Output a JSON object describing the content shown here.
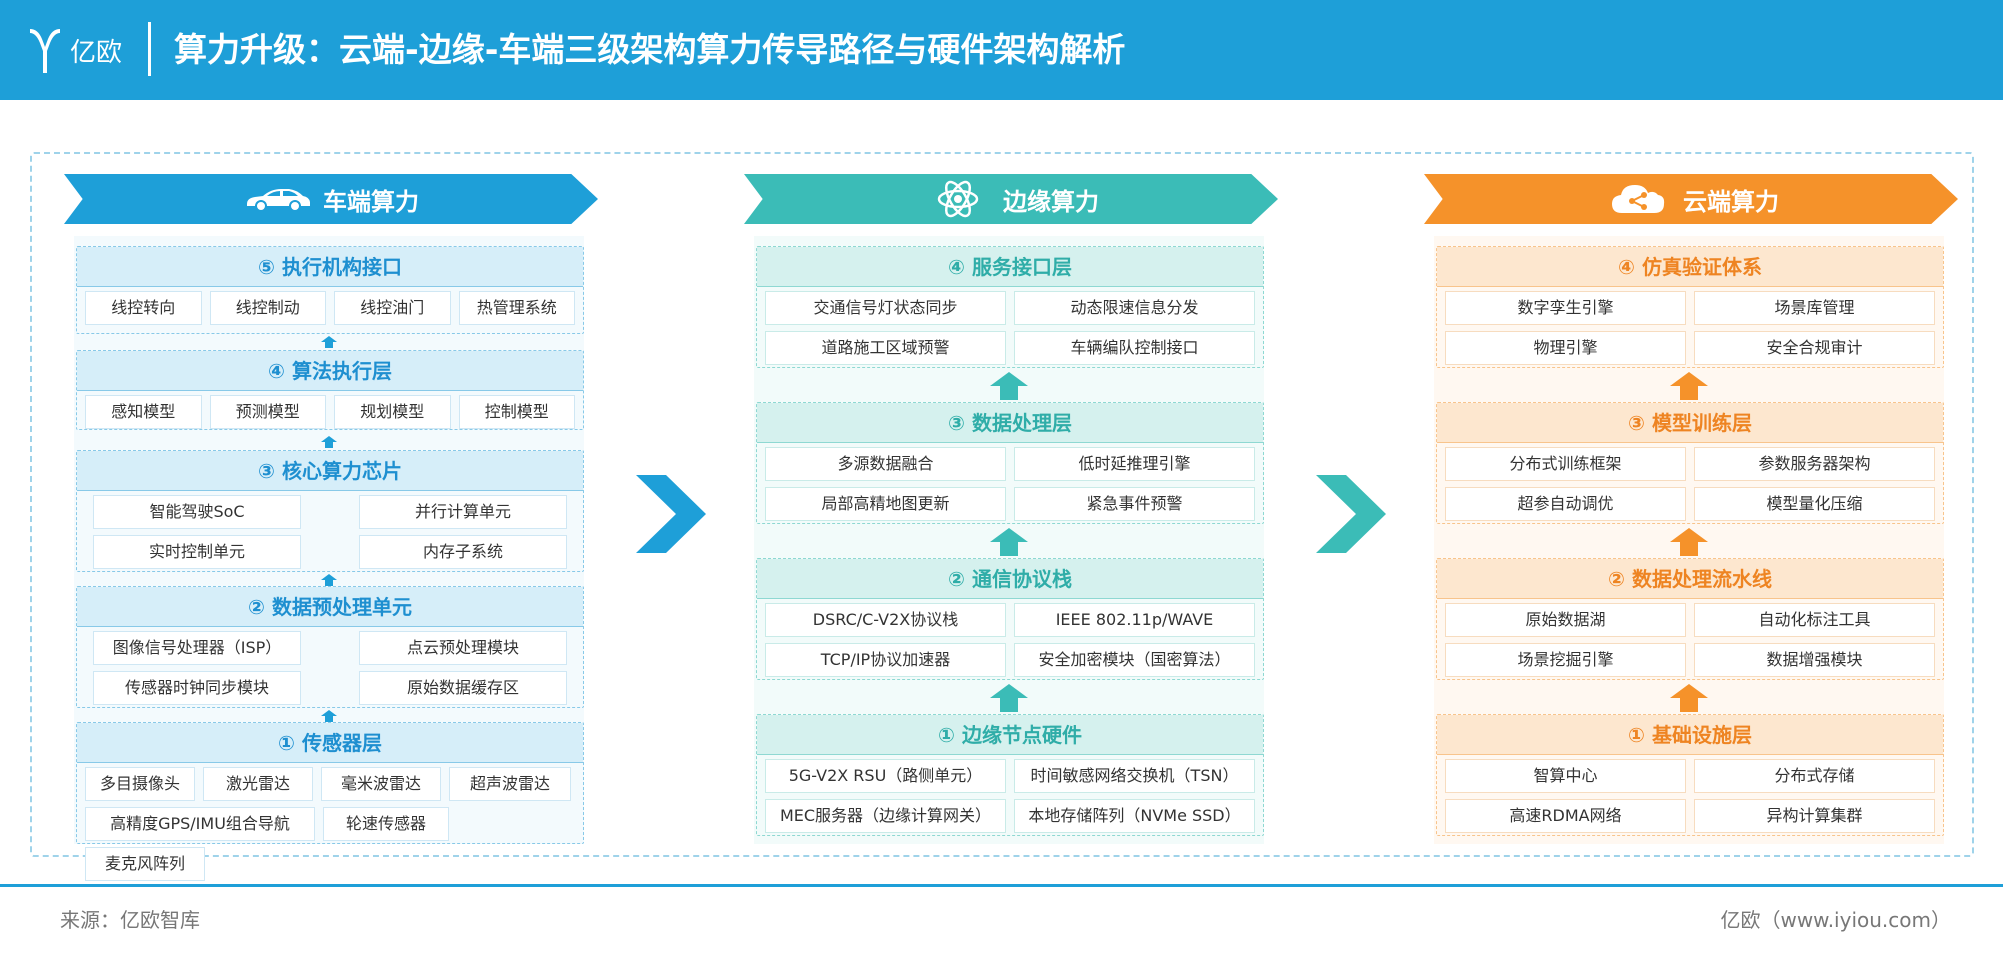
{
  "header": {
    "logo_text": "亿欧",
    "title": "算力升级：云端-边缘-车端三级架构算力传导路径与硬件架构解析"
  },
  "columns": {
    "car": {
      "banner": "车端算力",
      "icon": "car-icon",
      "layers": [
        {
          "title": "⑤ 执行机构接口",
          "cells": [
            "线控转向",
            "线控制动",
            "线控油门",
            "热管理系统"
          ]
        },
        {
          "title": "④ 算法执行层",
          "cells": [
            "感知模型",
            "预测模型",
            "规划模型",
            "控制模型"
          ]
        },
        {
          "title": "③ 核心算力芯片",
          "cells": [
            "智能驾驶SoC",
            "并行计算单元",
            "实时控制单元",
            "内存子系统"
          ]
        },
        {
          "title": "② 数据预处理单元",
          "cells": [
            "图像信号处理器（ISP）",
            "点云预处理模块",
            "传感器时钟同步模块",
            "原始数据缓存区"
          ]
        },
        {
          "title": "① 传感器层",
          "cells": [
            "多目摄像头",
            "激光雷达",
            "毫米波雷达",
            "超声波雷达",
            "高精度GPS/IMU组合导航",
            "轮速传感器",
            "麦克风阵列"
          ]
        }
      ]
    },
    "edge": {
      "banner": "边缘算力",
      "icon": "atom-icon",
      "layers": [
        {
          "title": "④ 服务接口层",
          "cells": [
            "交通信号灯状态同步",
            "动态限速信息分发",
            "道路施工区域预警",
            "车辆编队控制接口"
          ]
        },
        {
          "title": "③ 数据处理层",
          "cells": [
            "多源数据融合",
            "低时延推理引擎",
            "局部高精地图更新",
            "紧急事件预警"
          ]
        },
        {
          "title": "② 通信协议栈",
          "cells": [
            "DSRC/C-V2X协议栈",
            "IEEE 802.11p/WAVE",
            "TCP/IP协议加速器",
            "安全加密模块（国密算法）"
          ]
        },
        {
          "title": "① 边缘节点硬件",
          "cells": [
            "5G-V2X RSU（路侧单元）",
            "时间敏感网络交换机（TSN）",
            "MEC服务器（边缘计算网关）",
            "本地存储阵列（NVMe SSD）"
          ]
        }
      ]
    },
    "cloud": {
      "banner": "云端算力",
      "icon": "cloud-share-icon",
      "layers": [
        {
          "title": "④ 仿真验证体系",
          "cells": [
            "数字孪生引擎",
            "场景库管理",
            "物理引擎",
            "安全合规审计"
          ]
        },
        {
          "title": "③ 模型训练层",
          "cells": [
            "分布式训练框架",
            "参数服务器架构",
            "超参自动调优",
            "模型量化压缩"
          ]
        },
        {
          "title": "② 数据处理流水线",
          "cells": [
            "原始数据湖",
            "自动化标注工具",
            "场景挖掘引擎",
            "数据增强模块"
          ]
        },
        {
          "title": "① 基础设施层",
          "cells": [
            "智算中心",
            "分布式存储",
            "高速RDMA网络",
            "异构计算集群"
          ]
        }
      ]
    }
  },
  "colors": {
    "blue": "#1e9fd8",
    "teal": "#3bbcb7",
    "orange": "#f5922a"
  },
  "footer": {
    "source": "来源：亿欧智库",
    "site": "亿欧（www.iyiou.com）"
  }
}
